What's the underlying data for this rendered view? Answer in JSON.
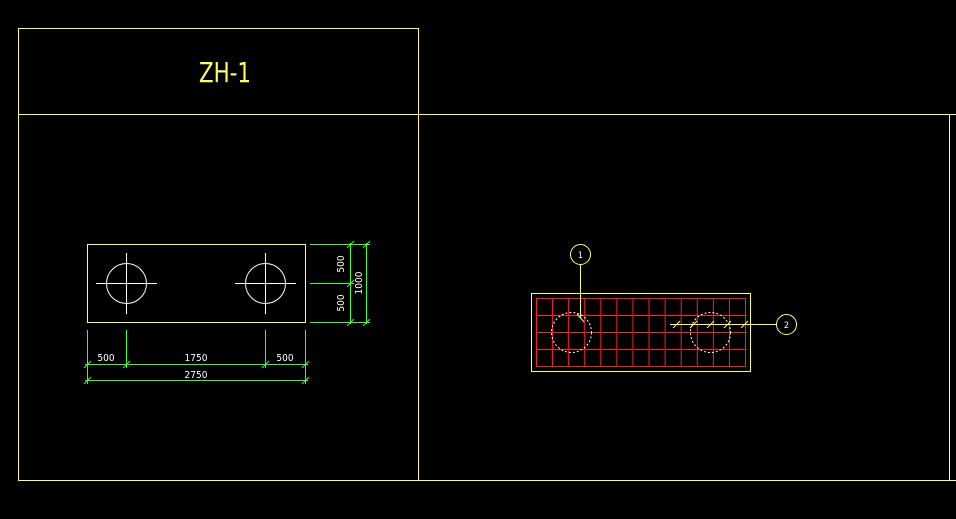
{
  "title": "ZH-1",
  "colors": {
    "background": "#000000",
    "frame": "#ffff66",
    "dimension": "#33ff33",
    "rebar": "#ff2020",
    "pile": "#ffffff"
  },
  "plan_view": {
    "dims_bottom": [
      "500",
      "1750",
      "500"
    ],
    "dim_total": "2750",
    "dims_right": [
      "500",
      "500"
    ],
    "dim_right_total": "1000"
  },
  "rebar_view": {
    "callout_1": "1",
    "callout_2": "2"
  }
}
